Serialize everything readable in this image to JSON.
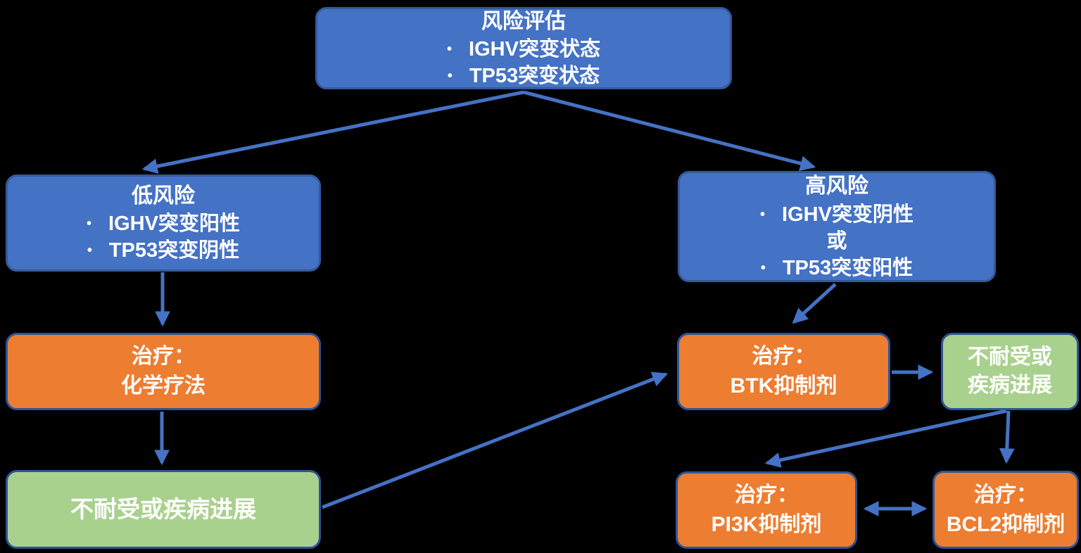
{
  "bullet_char": "•",
  "colors": {
    "node_blue": "#4472C4",
    "node_orange": "#ED7D31",
    "node_green": "#A9D18E",
    "border_navy": "#2E5597",
    "arrow_blue": "#4472C4",
    "text": "#FFFFFF",
    "background": "#000000"
  },
  "nodes": {
    "risk_assessment": {
      "title": "风险评估",
      "bullets": [
        "IGHV突变状态",
        "TP53突变状态"
      ]
    },
    "low_risk": {
      "title": "低风险",
      "bullets": [
        "IGHV突变阳性",
        "TP53突变阴性"
      ]
    },
    "high_risk": {
      "title": "高风险",
      "bullets": [
        "IGHV突变阴性",
        "TP53突变阳性"
      ],
      "connector": "或"
    },
    "treat_chemo": {
      "line1": "治疗：",
      "line2": "化学疗法"
    },
    "treat_btk": {
      "line1": "治疗：",
      "line2": "BTK抑制剂"
    },
    "progression_right": {
      "line1": "不耐受或",
      "line2": "疾病进展"
    },
    "progression_left": {
      "label": "不耐受或疾病进展"
    },
    "treat_pi3k": {
      "line1": "治疗：",
      "line2": "PI3K抑制剂"
    },
    "treat_bcl2": {
      "line1": "治疗：",
      "line2": "BCL2抑制剂"
    }
  },
  "edges": [
    {
      "from": "risk_assessment",
      "to": "low_risk"
    },
    {
      "from": "risk_assessment",
      "to": "high_risk"
    },
    {
      "from": "low_risk",
      "to": "treat_chemo"
    },
    {
      "from": "treat_chemo",
      "to": "progression_left"
    },
    {
      "from": "progression_left",
      "to": "treat_btk"
    },
    {
      "from": "high_risk",
      "to": "treat_btk"
    },
    {
      "from": "treat_btk",
      "to": "progression_right"
    },
    {
      "from": "progression_right",
      "to": "treat_pi3k"
    },
    {
      "from": "progression_right",
      "to": "treat_bcl2"
    },
    {
      "from": "treat_pi3k",
      "to": "treat_bcl2",
      "bidirectional": true
    }
  ]
}
